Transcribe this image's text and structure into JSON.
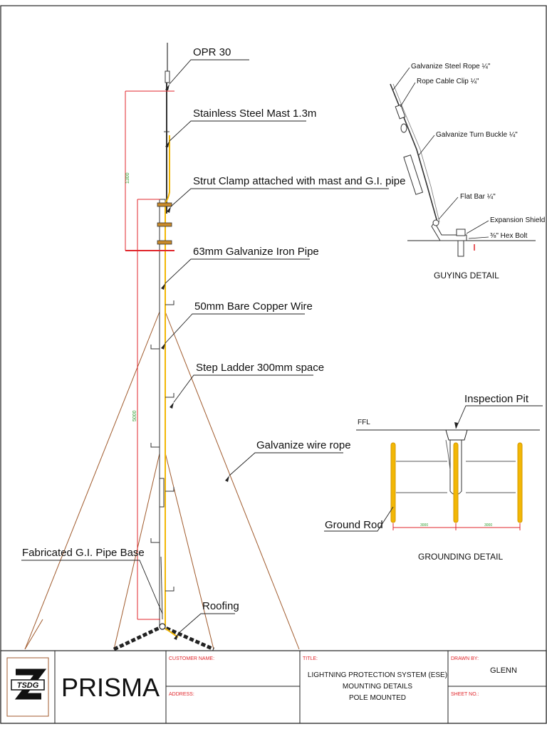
{
  "mast_callouts": {
    "opr": "OPR 30",
    "mast": "Stainless Steel Mast 1.3m",
    "strut": "Strut Clamp attached with mast and G.I. pipe",
    "gi_pipe": "63mm Galvanize Iron Pipe",
    "copper": "50mm Bare Copper Wire",
    "ladder": "Step Ladder 300mm space",
    "wire_rope": "Galvanize wire rope",
    "base": "Fabricated G.I. Pipe Base",
    "roofing": "Roofing"
  },
  "dimensions": {
    "mast_height": "1300",
    "pipe_height": "5000",
    "rod_spacing_1": "3000",
    "rod_spacing_2": "3000"
  },
  "guying": {
    "rope": "Galvanize Steel Rope ¼\"",
    "clip": "Rope Cable Clip ¼\"",
    "turnbuckle": "Galvanize Turn Buckle ¼\"",
    "flatbar": "Flat Bar ¼\"",
    "shield": "Expansion Shield",
    "bolt": "⅜\" Hex Bolt",
    "title": "GUYING DETAIL"
  },
  "grounding": {
    "pit": "Inspection Pit",
    "ffl": "FFL",
    "rod": "Ground Rod",
    "title": "GROUNDING DETAIL"
  },
  "title_block": {
    "logo": "TSDG",
    "project": "PRISMA",
    "customer_label": "CUSTOMER NAME:",
    "address_label": "ADDRESS:",
    "title_label": "TITLE:",
    "title_line1": "LIGHTNING PROTECTION SYSTEM (ESE)",
    "title_line2": "MOUNTING DETAILS",
    "title_line3": "POLE MOUNTED",
    "drawn_label": "DRAWN BY:",
    "drawn_value": "GLENN",
    "sheet_label": "SHEET NO.:"
  },
  "colors": {
    "dimension_red": "#e0262b",
    "copper_yellow": "#f2b705",
    "guy_brown": "#a05a2c",
    "dim_text_green": "#2f9d2f"
  }
}
